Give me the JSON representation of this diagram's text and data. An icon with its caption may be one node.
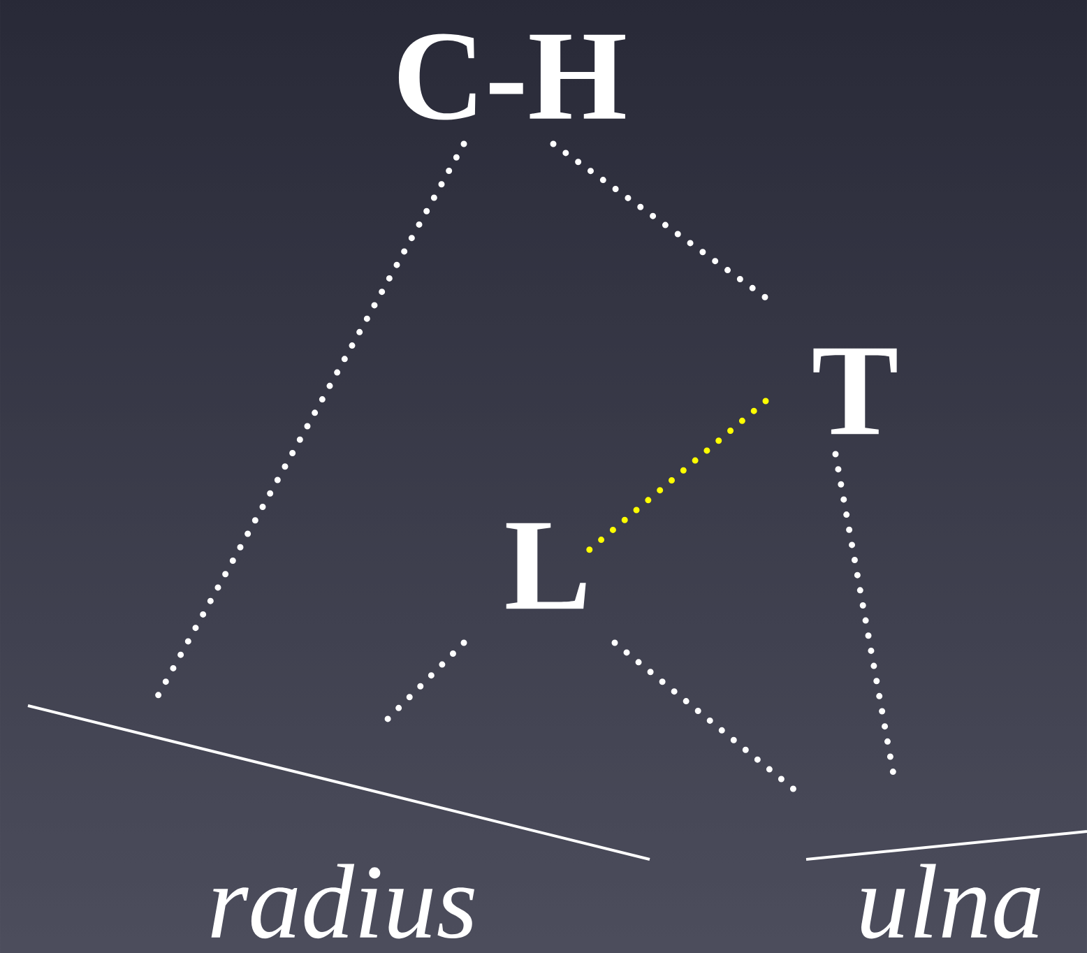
{
  "diagram": {
    "nodes": [
      {
        "text": [
          "C-H"
        ]
      },
      {
        "text": [
          "T"
        ]
      },
      {
        "text": [
          "L"
        ]
      },
      {
        "text": [
          "radius"
        ]
      },
      {
        "text": [
          "ulna"
        ]
      }
    ],
    "edges": [
      {
        "from": 0,
        "to": 3,
        "arrow": "none"
      },
      {
        "from": 0,
        "to": 1,
        "arrow": "none"
      },
      {
        "from": 1,
        "to": 2,
        "arrow": "none",
        "color": "#ffff00"
      },
      {
        "from": 2,
        "to": 3,
        "arrow": "none"
      },
      {
        "from": 2,
        "to": 4,
        "arrow": "none"
      },
      {
        "from": 1,
        "to": 4,
        "arrow": "none"
      }
    ]
  }
}
